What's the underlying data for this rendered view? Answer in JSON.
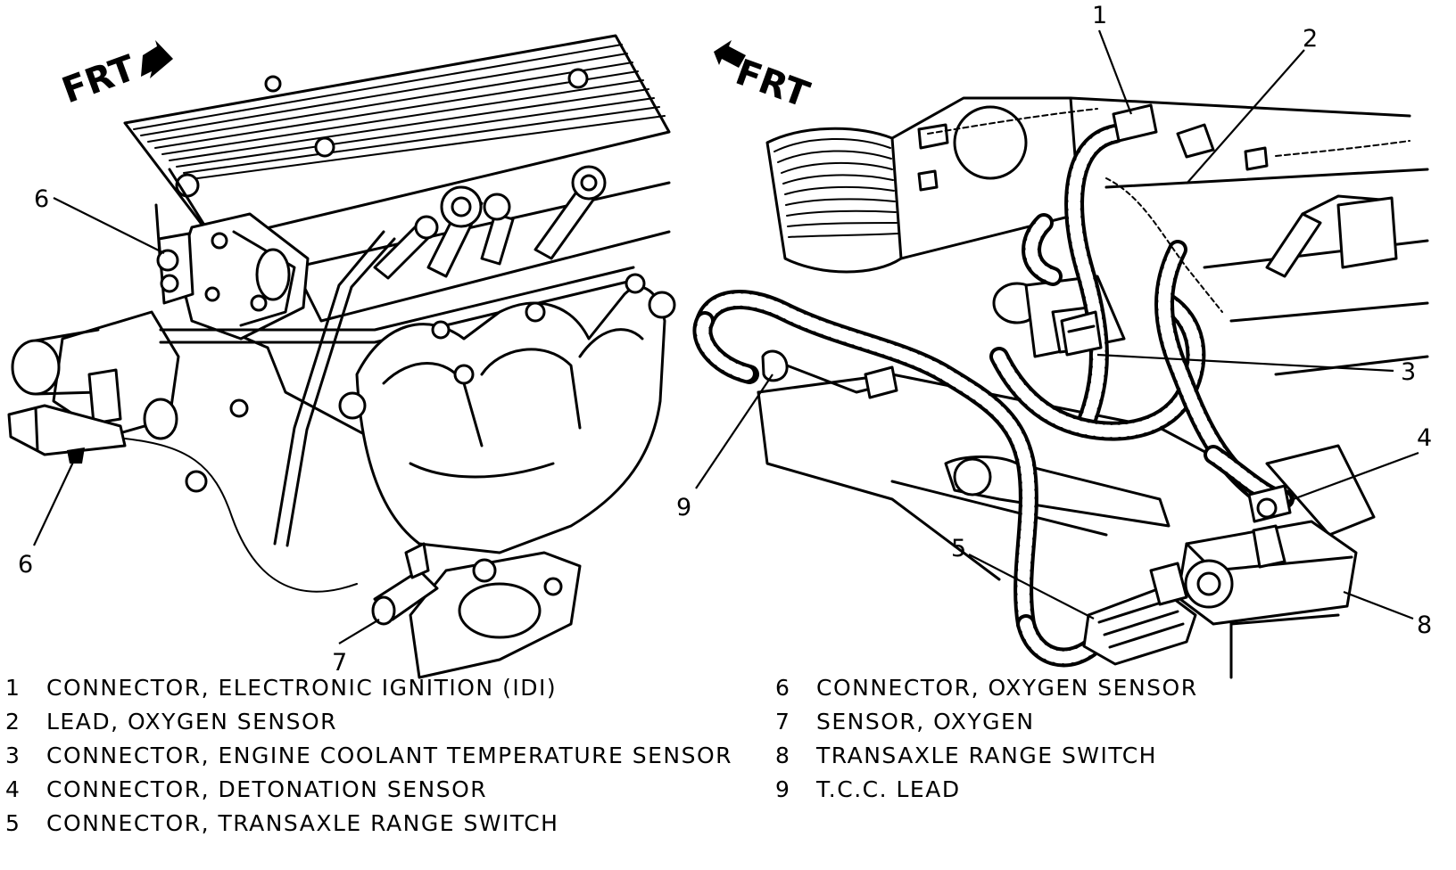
{
  "orientation": {
    "left_view_label": "FRT",
    "right_view_label": "FRT"
  },
  "callouts": {
    "left_view": [
      "6",
      "6",
      "7"
    ],
    "right_view": [
      "1",
      "2",
      "3",
      "4",
      "5",
      "8",
      "9"
    ]
  },
  "legend": [
    {
      "num": "1",
      "text": "CONNECTOR, ELECTRONIC IGNITION (IDI)"
    },
    {
      "num": "2",
      "text": "LEAD, OXYGEN SENSOR"
    },
    {
      "num": "3",
      "text": "CONNECTOR, ENGINE COOLANT TEMPERATURE SENSOR"
    },
    {
      "num": "4",
      "text": "CONNECTOR, DETONATION SENSOR"
    },
    {
      "num": "5",
      "text": "CONNECTOR, TRANSAXLE RANGE SWITCH"
    },
    {
      "num": "6",
      "text": "CONNECTOR, OXYGEN SENSOR"
    },
    {
      "num": "7",
      "text": "SENSOR, OXYGEN"
    },
    {
      "num": "8",
      "text": "TRANSAXLE RANGE SWITCH"
    },
    {
      "num": "9",
      "text": "T.C.C. LEAD"
    }
  ]
}
